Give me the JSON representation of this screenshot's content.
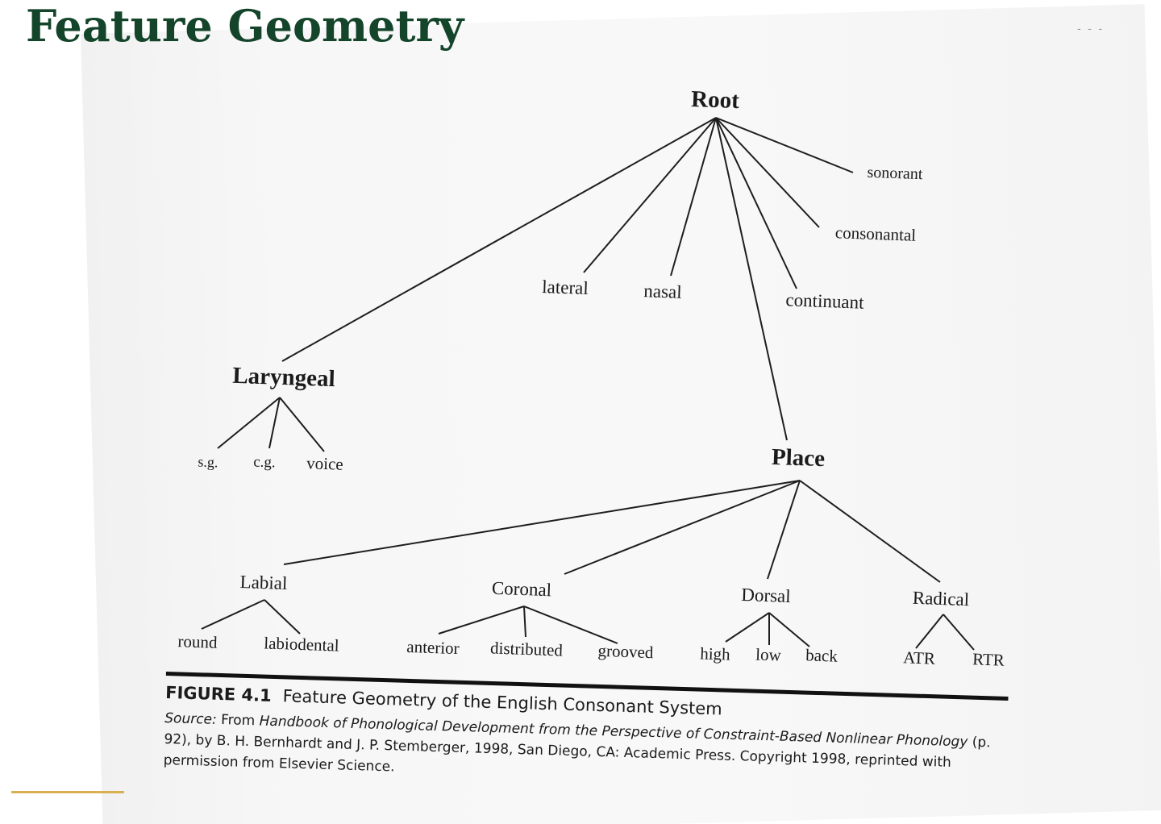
{
  "slide": {
    "title": "Feature Geometry"
  },
  "diagram": {
    "root": "Root",
    "root_children": {
      "laryngeal": "Laryngeal",
      "lateral": "lateral",
      "nasal": "nasal",
      "place": "Place",
      "continuant": "continuant",
      "consonantal": "consonantal",
      "sonorant": "sonorant"
    },
    "laryngeal_children": [
      "s.g.",
      "c.g.",
      "voice"
    ],
    "place_children": {
      "labial": "Labial",
      "coronal": "Coronal",
      "dorsal": "Dorsal",
      "radical": "Radical"
    },
    "labial_children": [
      "round",
      "labiodental"
    ],
    "coronal_children": [
      "anterior",
      "distributed",
      "grooved"
    ],
    "dorsal_children": [
      "high",
      "low",
      "back"
    ],
    "radical_children": [
      "ATR",
      "RTR"
    ]
  },
  "caption": {
    "figure_label": "FIGURE 4.1",
    "figure_title": "Feature Geometry of the English Consonant System",
    "source_label": "Source:",
    "source_from": "From",
    "book_title": "Handbook of Phonological Development from the Perspective of Constraint-Based Nonlinear Phonology",
    "source_rest": "(p. 92), by B. H. Bernhardt and J. P. Stemberger, 1998, San Diego, CA: Academic Press. Copyright 1998, reprinted with permission from Elsevier Science."
  }
}
